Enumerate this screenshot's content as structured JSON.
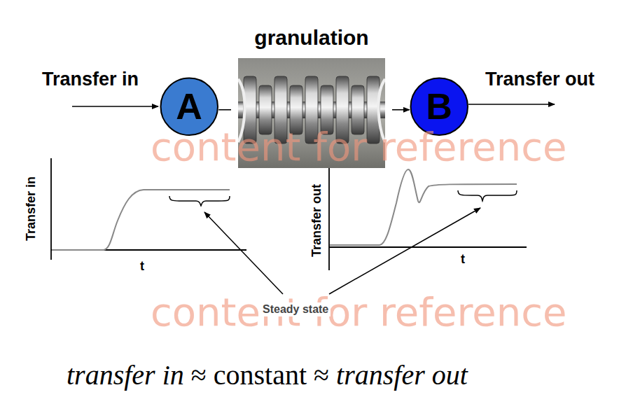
{
  "diagram": {
    "nodes": [
      {
        "text": [
          "A"
        ]
      },
      {
        "text": [
          "granulation"
        ]
      },
      {
        "text": [
          "B"
        ]
      }
    ],
    "edges": [
      {
        "from": 0,
        "to": 1,
        "arrow": "none"
      },
      {
        "from": 1,
        "to": 2,
        "arrow": "to"
      }
    ],
    "labels": [
      "Transfer in",
      "Transfer out",
      "content for reference",
      "Transfer in",
      "t",
      "Transfer out",
      "t",
      "content for reference",
      "Steady state",
      "transfer in",
      "≈",
      "constant",
      "≈",
      "transfer out"
    ]
  }
}
